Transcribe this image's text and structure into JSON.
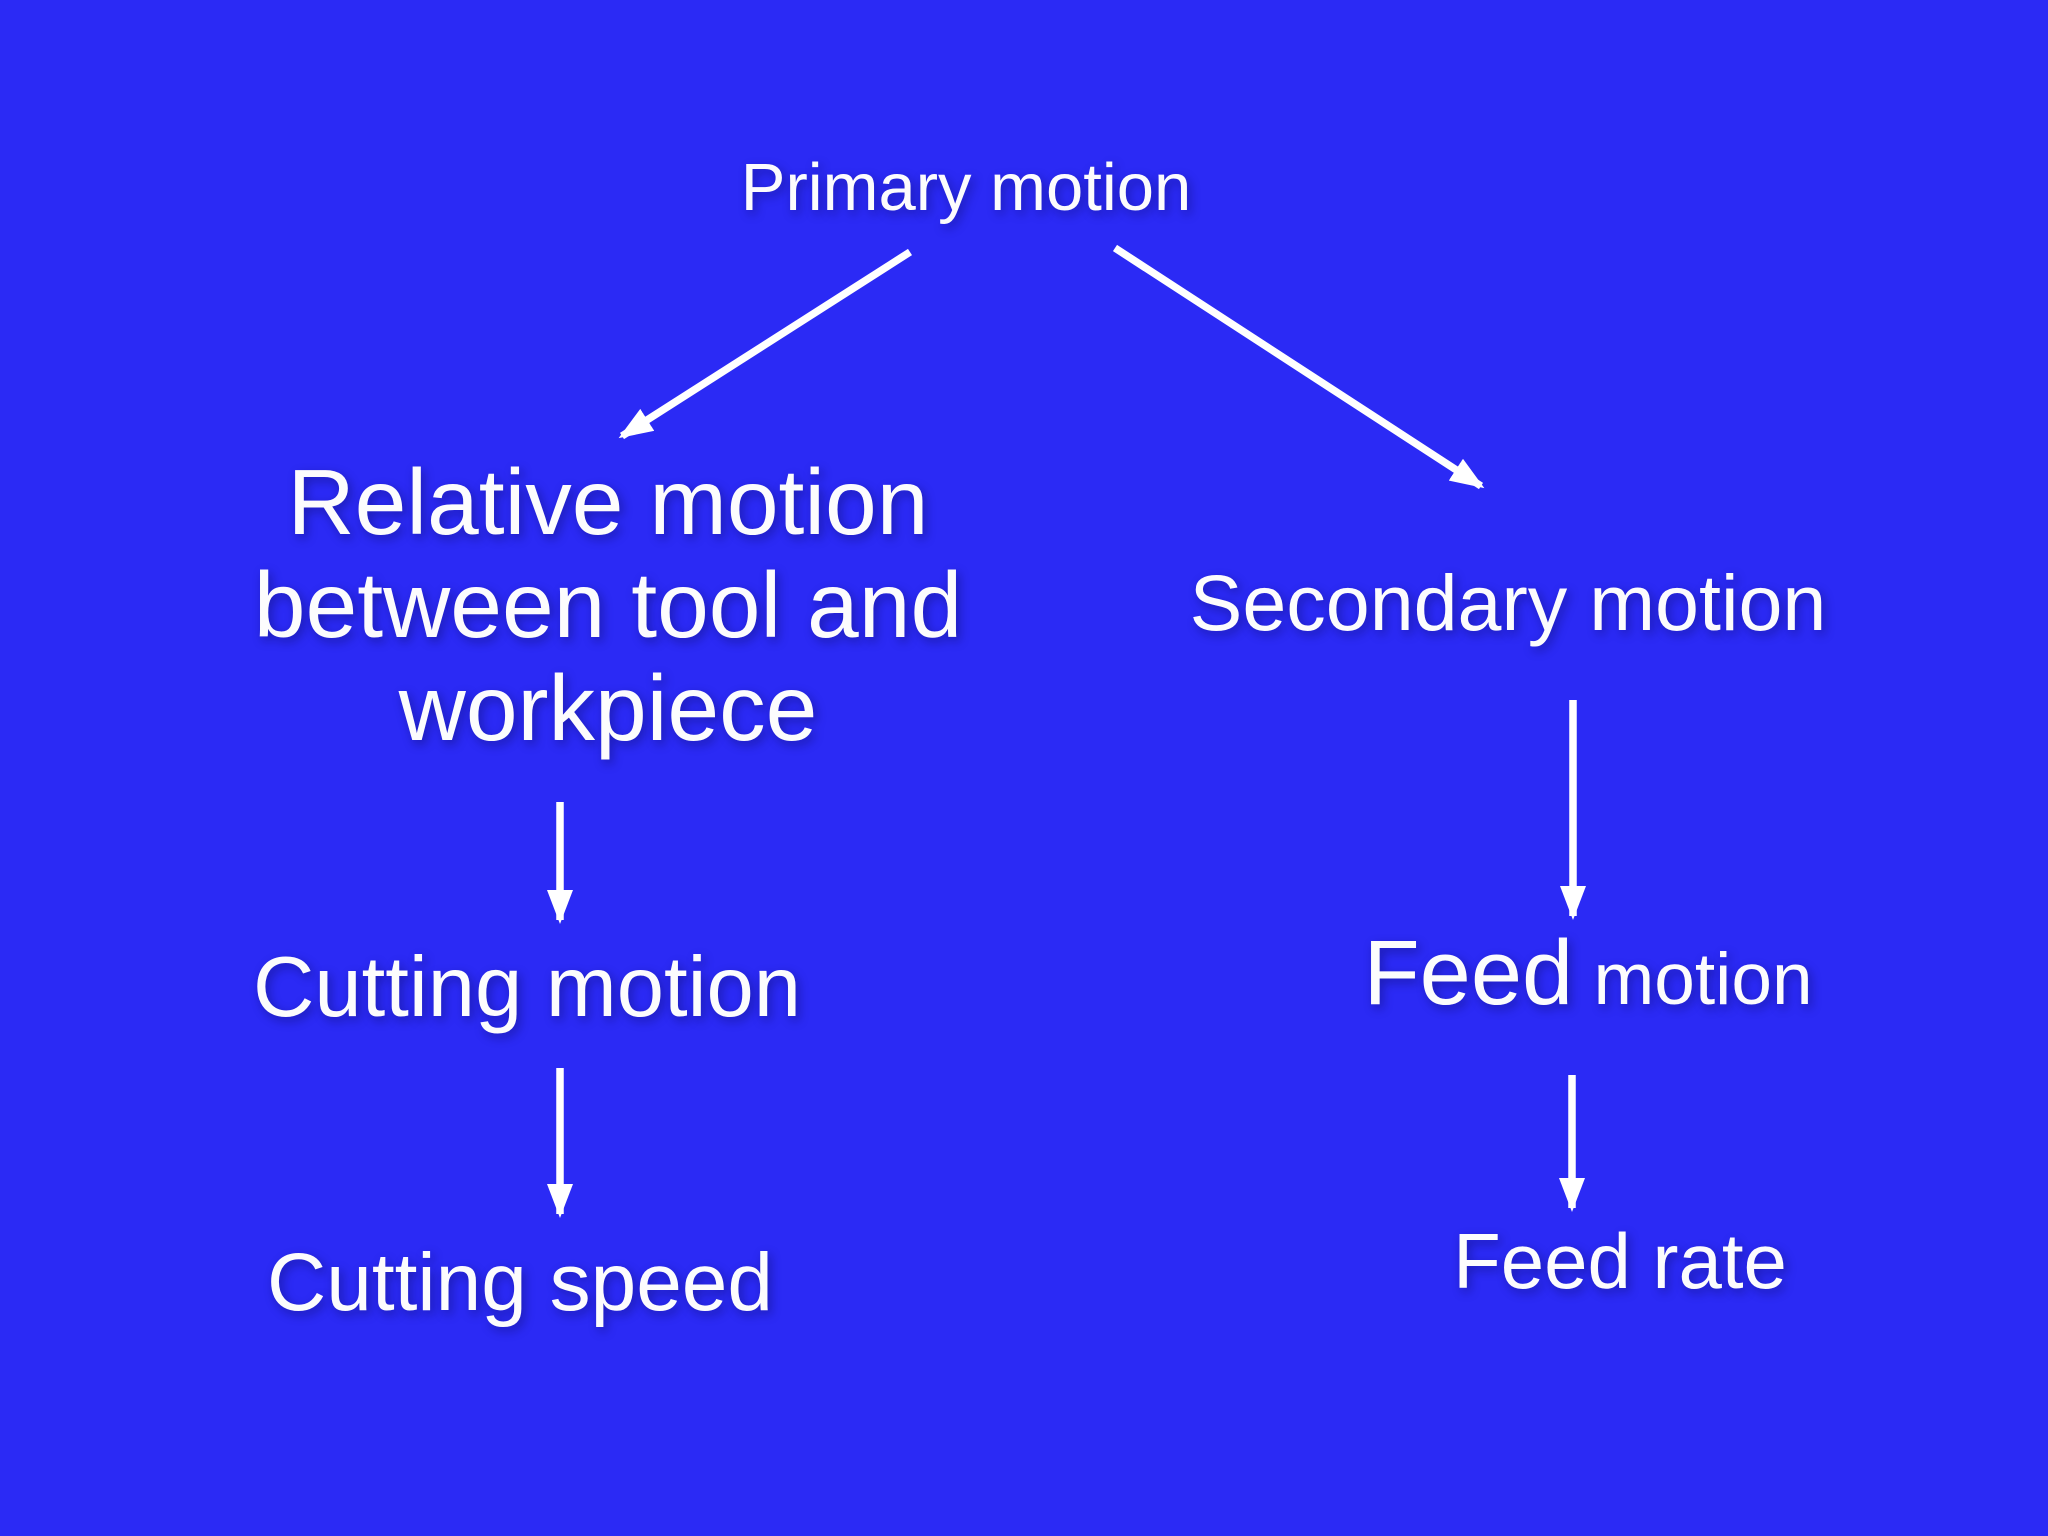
{
  "slide": {
    "colors": {
      "background": "#2b2af5",
      "text": "#fcfcfd",
      "arrow": "#ffffff"
    }
  },
  "nodes": {
    "primary_motion": {
      "label": "Primary motion"
    },
    "relative_motion": {
      "line1": "Relative motion",
      "line2": "between tool and",
      "line3": "workpiece"
    },
    "secondary_motion": {
      "label": "Secondary motion"
    },
    "cutting_motion": {
      "label": "Cutting motion"
    },
    "feed_motion": {
      "word_large": "Feed",
      "word_small": " motion"
    },
    "cutting_speed": {
      "label": "Cutting speed"
    },
    "feed_rate": {
      "label": "Feed rate"
    }
  }
}
